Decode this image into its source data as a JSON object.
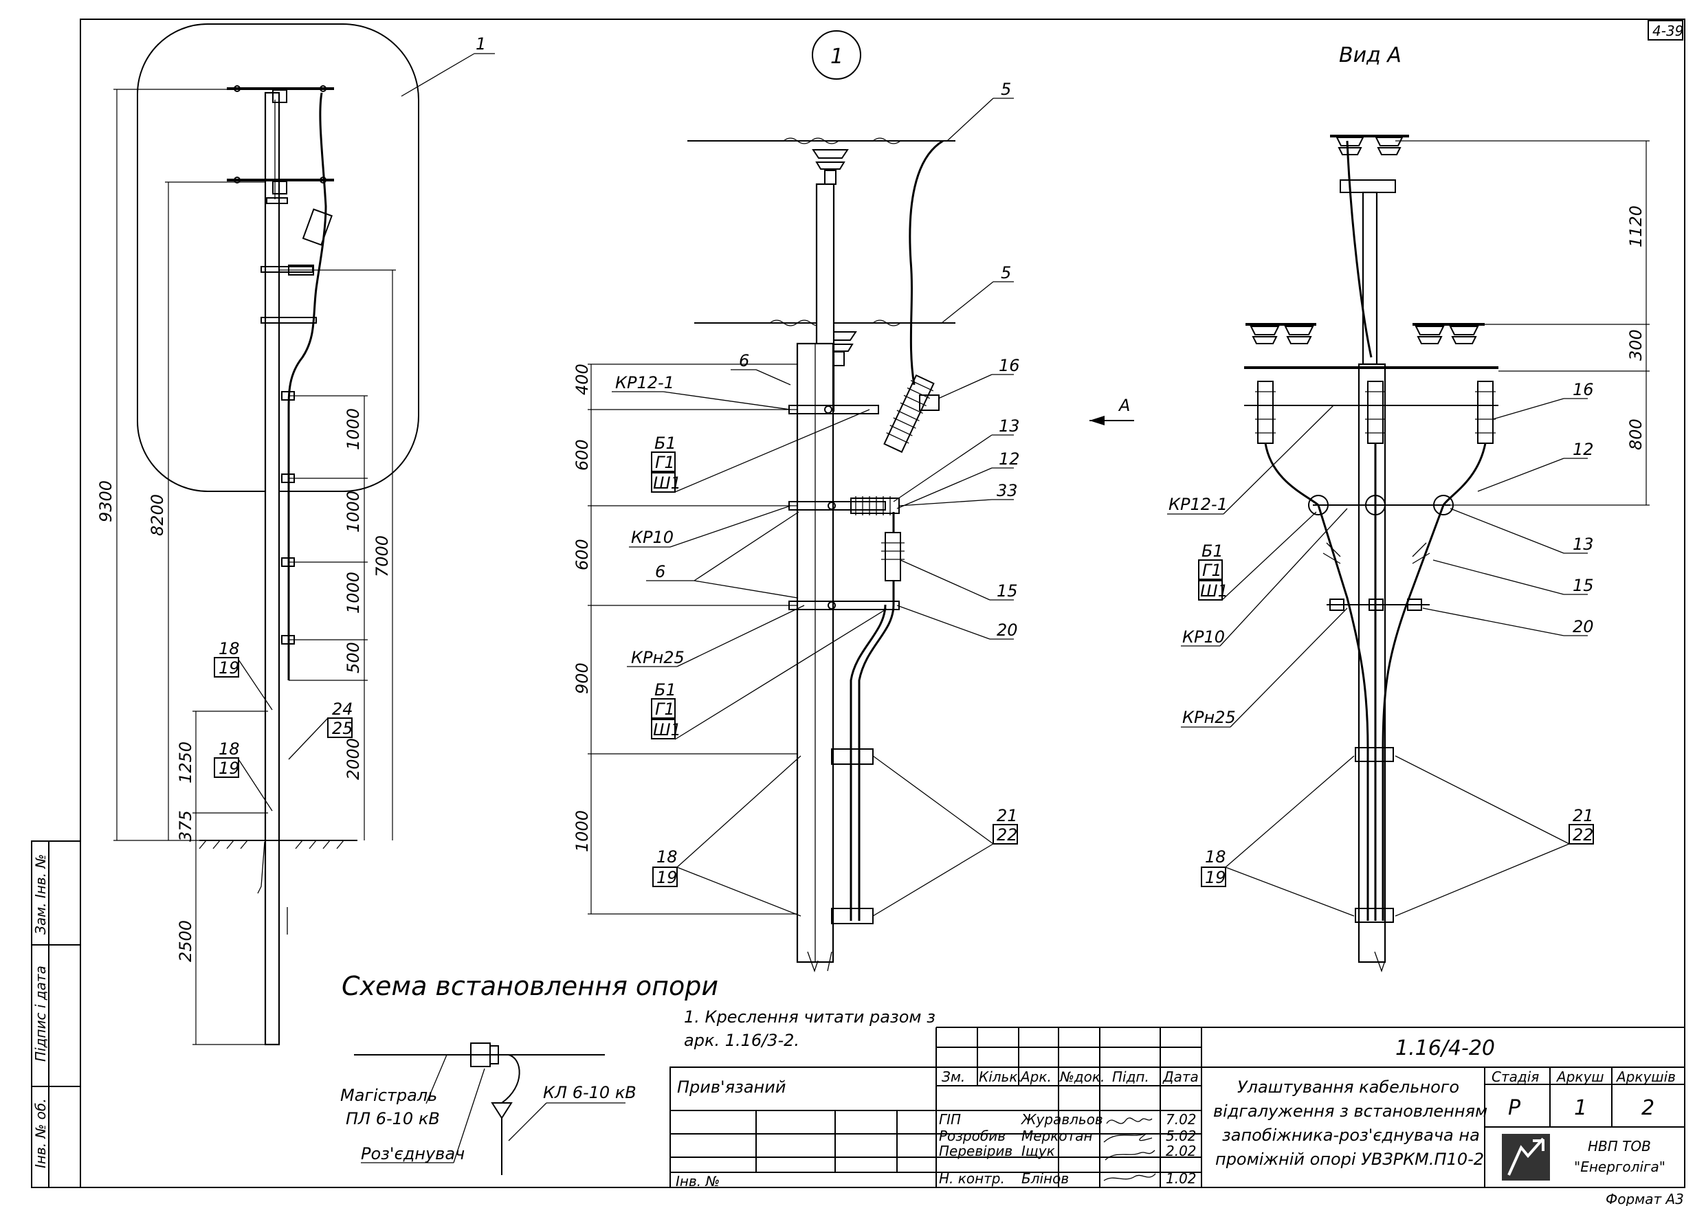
{
  "sheet": {
    "corner_code": "4-39",
    "format": "Формат А3"
  },
  "left_view": {
    "callout": "1",
    "dims": {
      "total": "9300",
      "mid": "8200",
      "span": "7000",
      "d1": "1000",
      "d2": "1000",
      "d3": "1000",
      "d4": "500",
      "d5": "2000",
      "d6": "1250",
      "d7": "375",
      "d8": "2500"
    },
    "labels": {
      "a_top": "18",
      "a_bot": "19",
      "b_top": "24",
      "b_bot": "25",
      "c_top": "18",
      "c_bot": "19"
    }
  },
  "center_view": {
    "circle": "1",
    "dims": {
      "d1": "400",
      "d2": "600",
      "d3": "600",
      "d4": "900",
      "d5": "1000"
    },
    "labels": {
      "p5a": "5",
      "p5b": "5",
      "p6": "6",
      "p16": "16",
      "p13": "13",
      "p12": "12",
      "p33": "33",
      "p15": "15",
      "p20": "20",
      "p6b": "6",
      "kr12": "КР12-1",
      "kr10": "КР10",
      "krn25": "КРн25",
      "b1a": "Б1",
      "g1a": "Г1",
      "sh1a": "Ш1",
      "b1b": "Б1",
      "g1b": "Г1",
      "sh1b": "Ш1",
      "p21": "21",
      "p22": "22",
      "p18": "18",
      "p19": "19",
      "arrow": "А"
    }
  },
  "right_view": {
    "title": "Вид А",
    "dims": {
      "d1": "1120",
      "d2": "300",
      "d3": "800"
    },
    "labels": {
      "p16": "16",
      "p12": "12",
      "p13": "13",
      "p15": "15",
      "p20": "20",
      "kr12": "КР12-1",
      "b1": "Б1",
      "g1": "Г1",
      "sh1": "Ш1",
      "kr10": "КР10",
      "krn25": "КРн25",
      "p21": "21",
      "p22": "22",
      "p18": "18",
      "p19": "19"
    }
  },
  "scheme": {
    "title": "Схема встановлення опори",
    "main_line_1": "Магістраль",
    "main_line_2": "ПЛ 6-10 кВ",
    "disconnector": "Роз'єднувач",
    "cable_line": "КЛ 6-10 кВ"
  },
  "note": {
    "line1": "1. Креслення читати разом з",
    "line2": "арк. 1.16/3-2."
  },
  "side_stamp": {
    "zam": "Зам. Інв. №",
    "pidpys": "Підпис і дата",
    "inv": "Інв. № об."
  },
  "title_block": {
    "privyazaniy": "Прив'язаний",
    "inv_no": "Інв. №",
    "code": "1.16/4-20",
    "headers": [
      "Зм.",
      "Кільк.",
      "Арк.",
      "№док.",
      "Підп.",
      "Дата"
    ],
    "roles": [
      "ГІП",
      "Розробив",
      "Перевірив",
      "Н. контр."
    ],
    "names": [
      "Журавльов",
      "Меркотан",
      "Іщук",
      "Блінов"
    ],
    "dates": [
      "7.02",
      "5.02",
      "2.02",
      "1.02"
    ],
    "title_lines": [
      "Улаштування кабельного",
      "відгалуження з встановленням",
      "запобіжника-роз'єднувача на",
      "проміжній опорі УВЗРКМ.П10-2"
    ],
    "stage_label": "Стадія",
    "sheet_label": "Аркуш",
    "sheets_label": "Аркушів",
    "stage": "Р",
    "sheet": "1",
    "sheets": "2",
    "company_1": "НВП ТОВ",
    "company_2": "\"Енерголіга\""
  }
}
